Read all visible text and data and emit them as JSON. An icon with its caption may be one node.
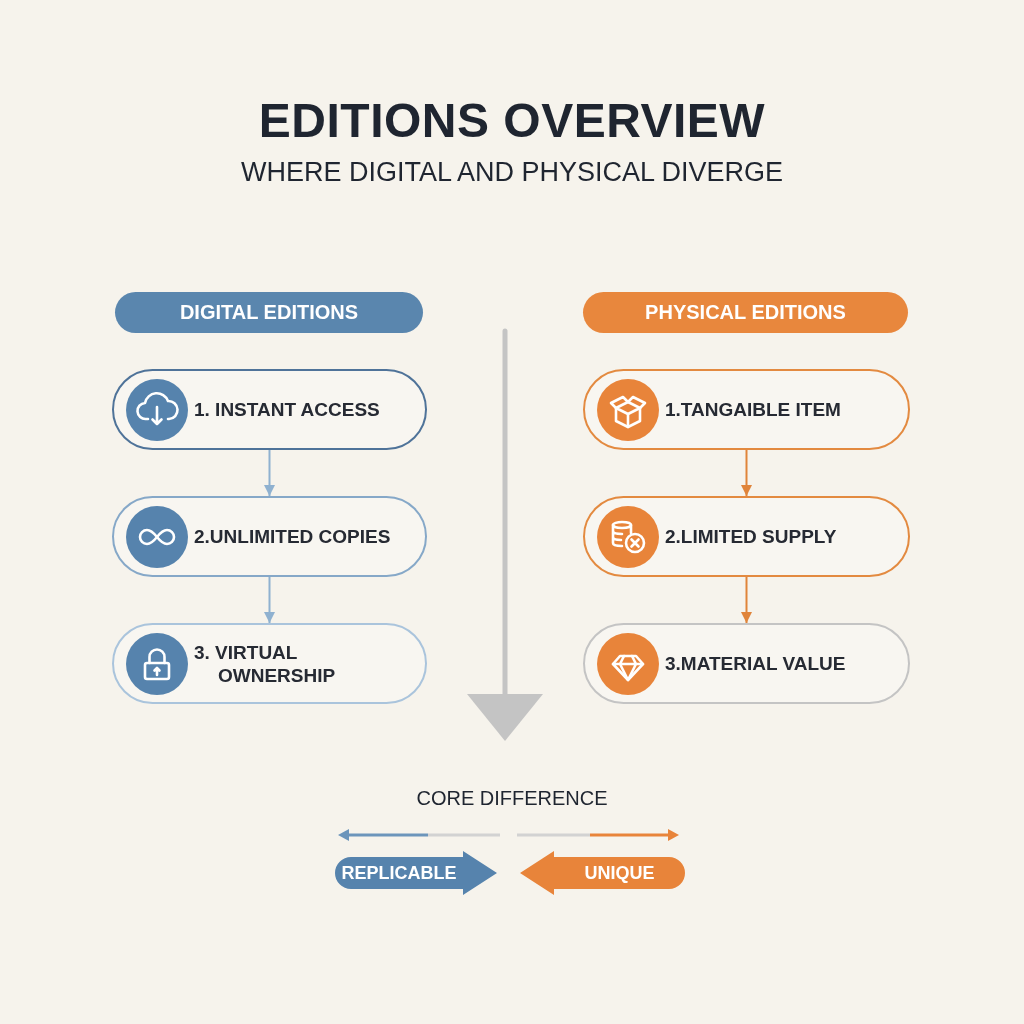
{
  "diagram": {
    "title": "EDITIONS OVERVIEW",
    "nodes": [
      {
        "text": [
          "DIGITAL EDITIONS"
        ]
      },
      {
        "text": [
          "1. INSTANT ACCESS"
        ]
      },
      {
        "text": [
          "2.UNLIMITED COPIES"
        ]
      },
      {
        "text": [
          "3. VIRTUAL OWNERSHIP"
        ]
      },
      {
        "text": [
          "PHYSICAL EDITIONS"
        ]
      },
      {
        "text": [
          "1.TANGAIBLE ITEM"
        ]
      },
      {
        "text": [
          "2.LIMITED SUPPLY"
        ]
      },
      {
        "text": [
          "3.MATERIAL VALUE"
        ]
      },
      {
        "text": [
          "REPLICABLE"
        ]
      },
      {
        "text": [
          "UNIQUE"
        ]
      }
    ],
    "edges": [
      {
        "from": 1,
        "to": 2,
        "arrow": "to",
        "color": "#8fb1d0"
      },
      {
        "from": 2,
        "to": 3,
        "arrow": "to",
        "color": "#8fb1d0"
      },
      {
        "from": 5,
        "to": 6,
        "arrow": "to",
        "color": "#e0843a"
      },
      {
        "from": 6,
        "to": 7,
        "arrow": "to",
        "color": "#e0843a"
      }
    ],
    "labels": [
      "WHERE DIGITAL AND PHYSICAL DIVERGE",
      "CORE DIFFERENCE"
    ]
  }
}
